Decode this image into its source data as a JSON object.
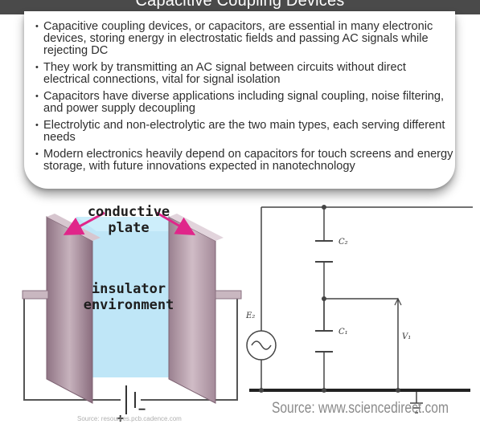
{
  "header": {
    "title": "Capacitive Coupling Devices"
  },
  "bullets": [
    "Capacitive coupling devices, or capacitors, are essential in many electronic devices, storing energy in electrostatic fields and passing AC signals while rejecting DC",
    "They work by transmitting an AC signal between circuits without direct electrical connections, vital for signal isolation",
    "Capacitors have diverse applications including signal coupling, noise filtering, and power supply decoupling",
    "Electrolytic and non-electrolytic are the two main types, each serving different needs",
    "Modern electronics heavily depend on capacitors for touch screens and energy storage, with future innovations expected in nanotechnology"
  ],
  "capacitor_diagram": {
    "plate_label_line1": "conductive",
    "plate_label_line2": "plate",
    "insulator_label_line1": "insulator",
    "insulator_label_line2": "environment",
    "plus_sign": "+",
    "minus_sign": "−",
    "source": "Source: resources.pcb.cadence.com"
  },
  "circuit_diagram": {
    "labels": {
      "c2": "C₂",
      "c1": "C₁",
      "e2": "E₂",
      "v1": "V₁"
    },
    "source": "Source: www.sciencedirect.com"
  },
  "colors": {
    "header_band": "#4a4a4a",
    "plate": "#b59aa6",
    "insulator": "#bfe6f7",
    "arrow": "#e0268a",
    "wire": "#333333"
  }
}
